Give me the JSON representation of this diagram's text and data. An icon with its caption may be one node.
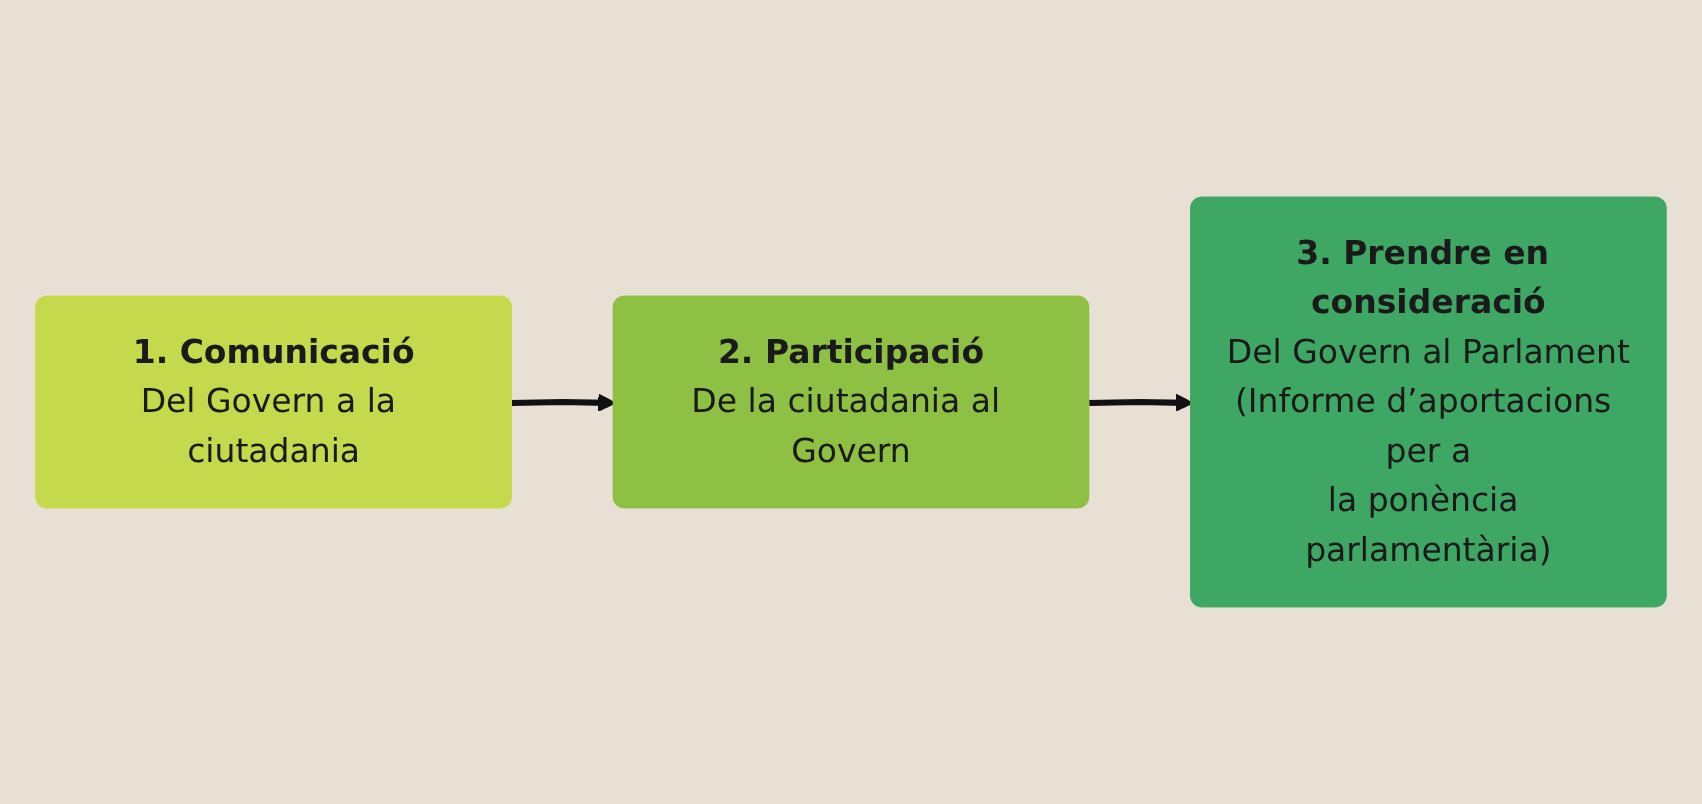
{
  "diagram": {
    "nodes": [
      {
        "text": [
          "1. Comunicació",
          "Del Govern a la ciutadania"
        ]
      },
      {
        "text": [
          "2. Participació",
          "De la ciutadania al Govern"
        ]
      },
      {
        "text": [
          "3. Prendre en consideració",
          "Del Govern al Parlament (Informe d’aportacions per a la ponència parlamentària)"
        ]
      }
    ],
    "edges": [
      {
        "from": 0,
        "to": 1,
        "arrow": "to"
      },
      {
        "from": 1,
        "to": 2,
        "arrow": "to"
      }
    ]
  }
}
